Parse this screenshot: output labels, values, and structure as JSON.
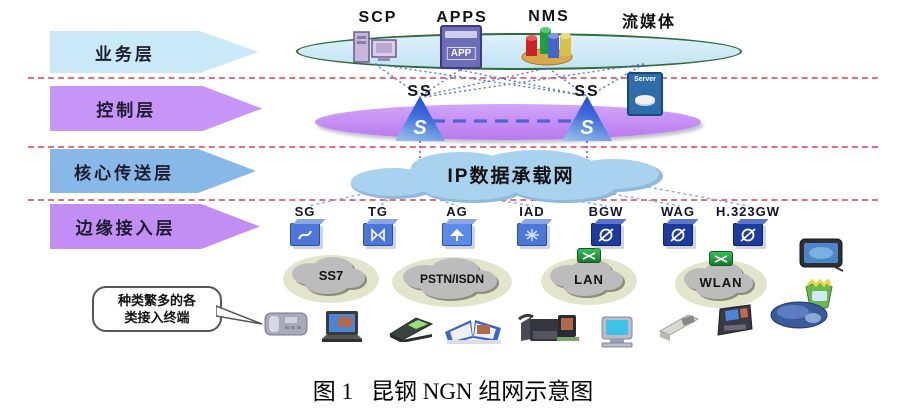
{
  "colors": {
    "layer_service": "#c9e9f8",
    "layer_control": "#c795f7",
    "layer_core": "#88b8e8",
    "layer_access": "#c38ef3",
    "separator_dash": "#e0707e",
    "service_ellipse_border": "#2e6b38",
    "control_ellipse": "#b879ee",
    "ip_cloud": "#a9d2ee",
    "gateway_blue": "#4c76d8",
    "gateway_navy": "#1d3aa0",
    "network_cloud_gray": "#bcbcbc",
    "switch_green": "#1f9e3a",
    "mesh_line_blue": "#5b74cc"
  },
  "layers": {
    "items": [
      {
        "label": "业务层"
      },
      {
        "label": "控制层"
      },
      {
        "label": "核心传送层"
      },
      {
        "label": "边缘接入层"
      }
    ]
  },
  "service_layer": {
    "nodes": [
      {
        "label": "SCP"
      },
      {
        "label": "APPS",
        "icon_text": "APP"
      },
      {
        "label": "NMS"
      },
      {
        "label": "流媒体",
        "icon_text": "Server"
      }
    ]
  },
  "control_layer": {
    "softswitches": [
      {
        "label": "SS",
        "glyph": "S"
      },
      {
        "label": "SS",
        "glyph": "S"
      }
    ]
  },
  "core_layer": {
    "cloud_label": "IP数据承载网"
  },
  "access_layer": {
    "gateways": [
      {
        "label": "SG"
      },
      {
        "label": "TG"
      },
      {
        "label": "AG"
      },
      {
        "label": "IAD"
      },
      {
        "label": "BGW"
      },
      {
        "label": "WAG"
      },
      {
        "label": "H.323GW"
      }
    ]
  },
  "networks": [
    {
      "label": "SS7"
    },
    {
      "label": "PSTN/ISDN"
    },
    {
      "label": "LAN"
    },
    {
      "label": "WLAN"
    }
  ],
  "callout": {
    "line1": "种类繁多的各",
    "line2": "类接入终端"
  },
  "terminal_icons": [
    "ip-phone",
    "laptop",
    "notebook",
    "videophone",
    "desk-phone",
    "monitor-pc",
    "adapter-card",
    "pda",
    "tv-set",
    "media-player",
    "mouse-device"
  ],
  "caption": {
    "figure_no": "图 1",
    "title": "昆钢 NGN 组网示意图"
  }
}
